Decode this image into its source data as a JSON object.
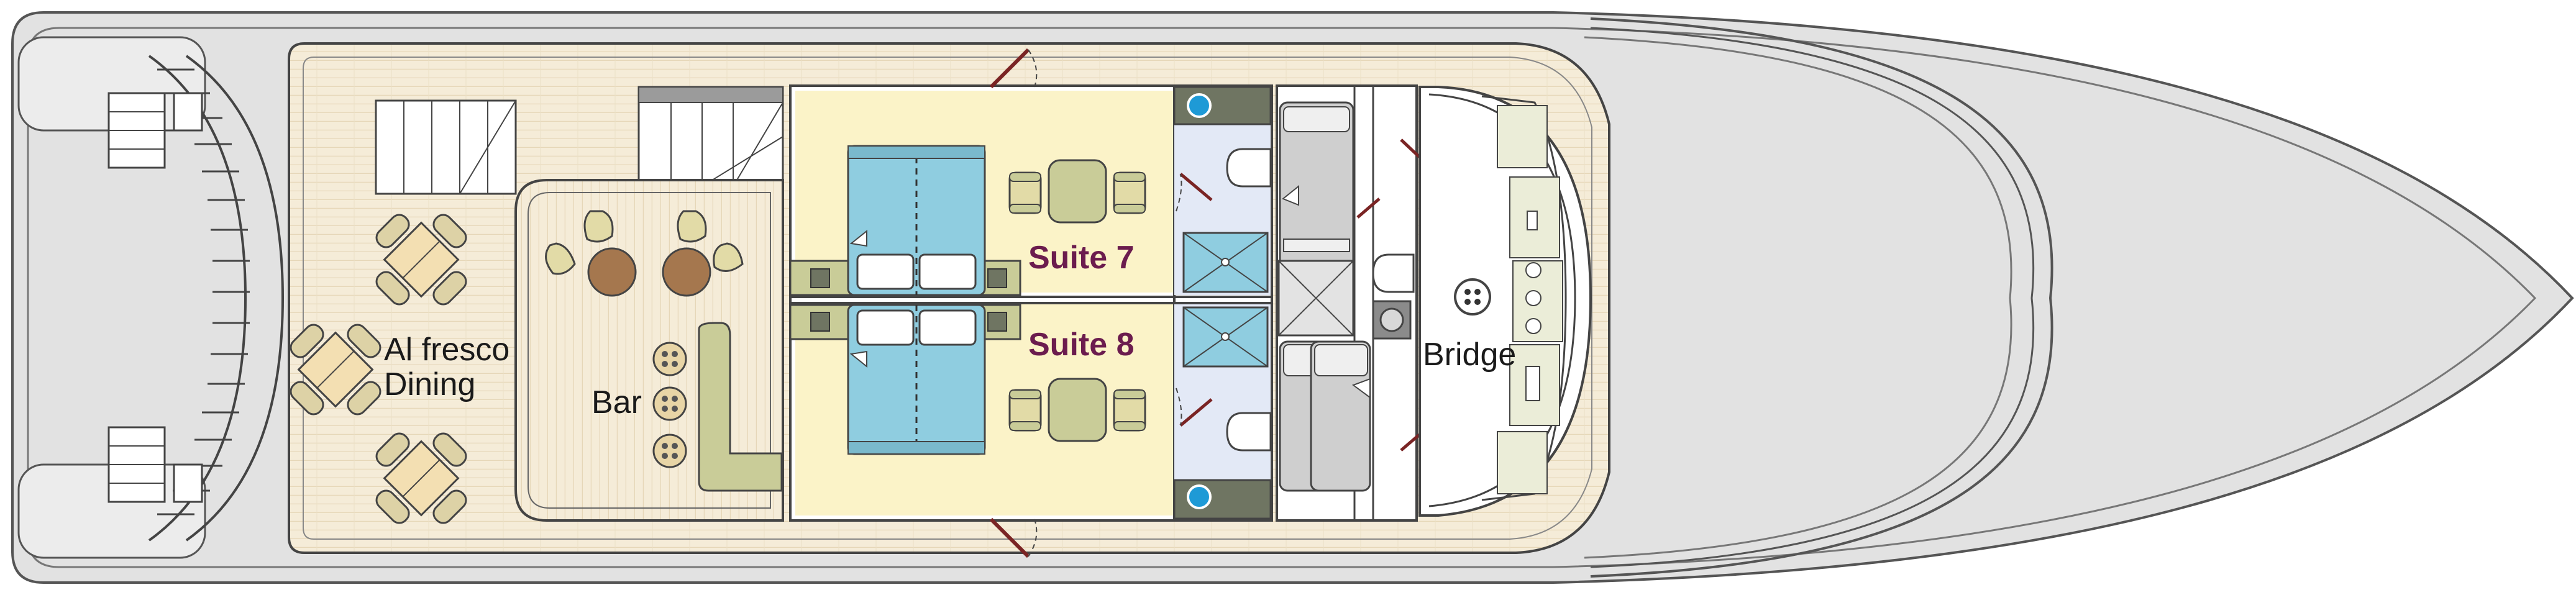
{
  "labels": {
    "al_fresco_line1": "Al fresco",
    "al_fresco_line2": "Dining",
    "bar": "Bar",
    "suite_7": "Suite 7",
    "suite_8": "Suite 8",
    "bridge": "Bridge"
  },
  "colors": {
    "hull": "#e2e2e2",
    "hull_stroke": "#555555",
    "deck": "#f5ecd8",
    "planks": "#e9dcc0",
    "suite_floor": "#fbf3c8",
    "bath_floor": "#e3e9f6",
    "bed": "#8fcde0",
    "table": "#c9cc98",
    "wood_table": "#a5774e",
    "dark_block": "#6f7562",
    "suite_label": "#6b1c4e",
    "door": "#7a2424"
  },
  "icons": {
    "stairs": "stairs-icon",
    "dining_table": "dining-table-icon",
    "bar_stool": "bar-stool-icon",
    "bed": "double-bed-icon",
    "armchair": "armchair-icon",
    "toilet": "toilet-icon",
    "shower": "shower-icon",
    "sink": "sink-icon",
    "helm": "helm-icon",
    "porthole": "porthole-icon"
  }
}
